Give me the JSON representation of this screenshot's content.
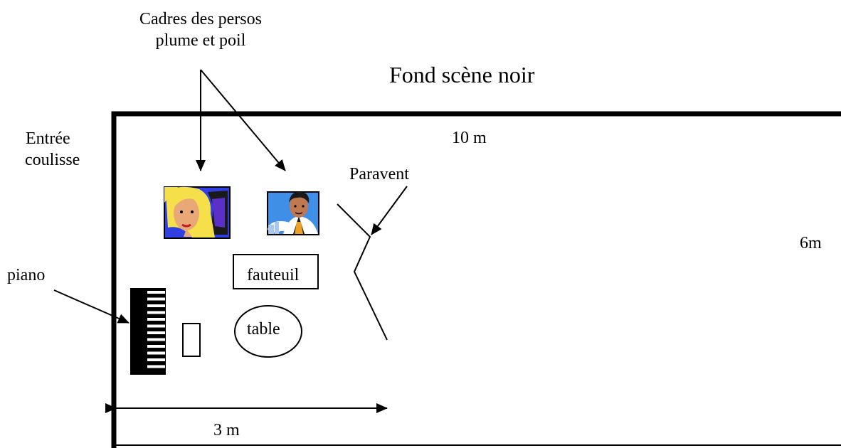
{
  "labels": {
    "frames_line1": "Cadres des persos",
    "frames_line2": "plume et poil",
    "backdrop": "Fond scène noir",
    "entry_line1": "Entrée",
    "entry_line2": "coulisse",
    "width_dimension": "10 m",
    "screen": "Paravent",
    "depth_dimension": "6m",
    "piano": "piano",
    "armchair": "fauteuil",
    "table": "table",
    "floor_span": "3 m"
  },
  "icons": {
    "frame_left": "woman-at-computer-icon",
    "frame_right": "businessman-icon"
  },
  "colors": {
    "ink": "#000000",
    "frame_left_bg": "#2f3fe0",
    "frame_left_hair": "#f6e04a",
    "frame_right_bg": "#3f8fe8",
    "skin": "#e8a878"
  }
}
